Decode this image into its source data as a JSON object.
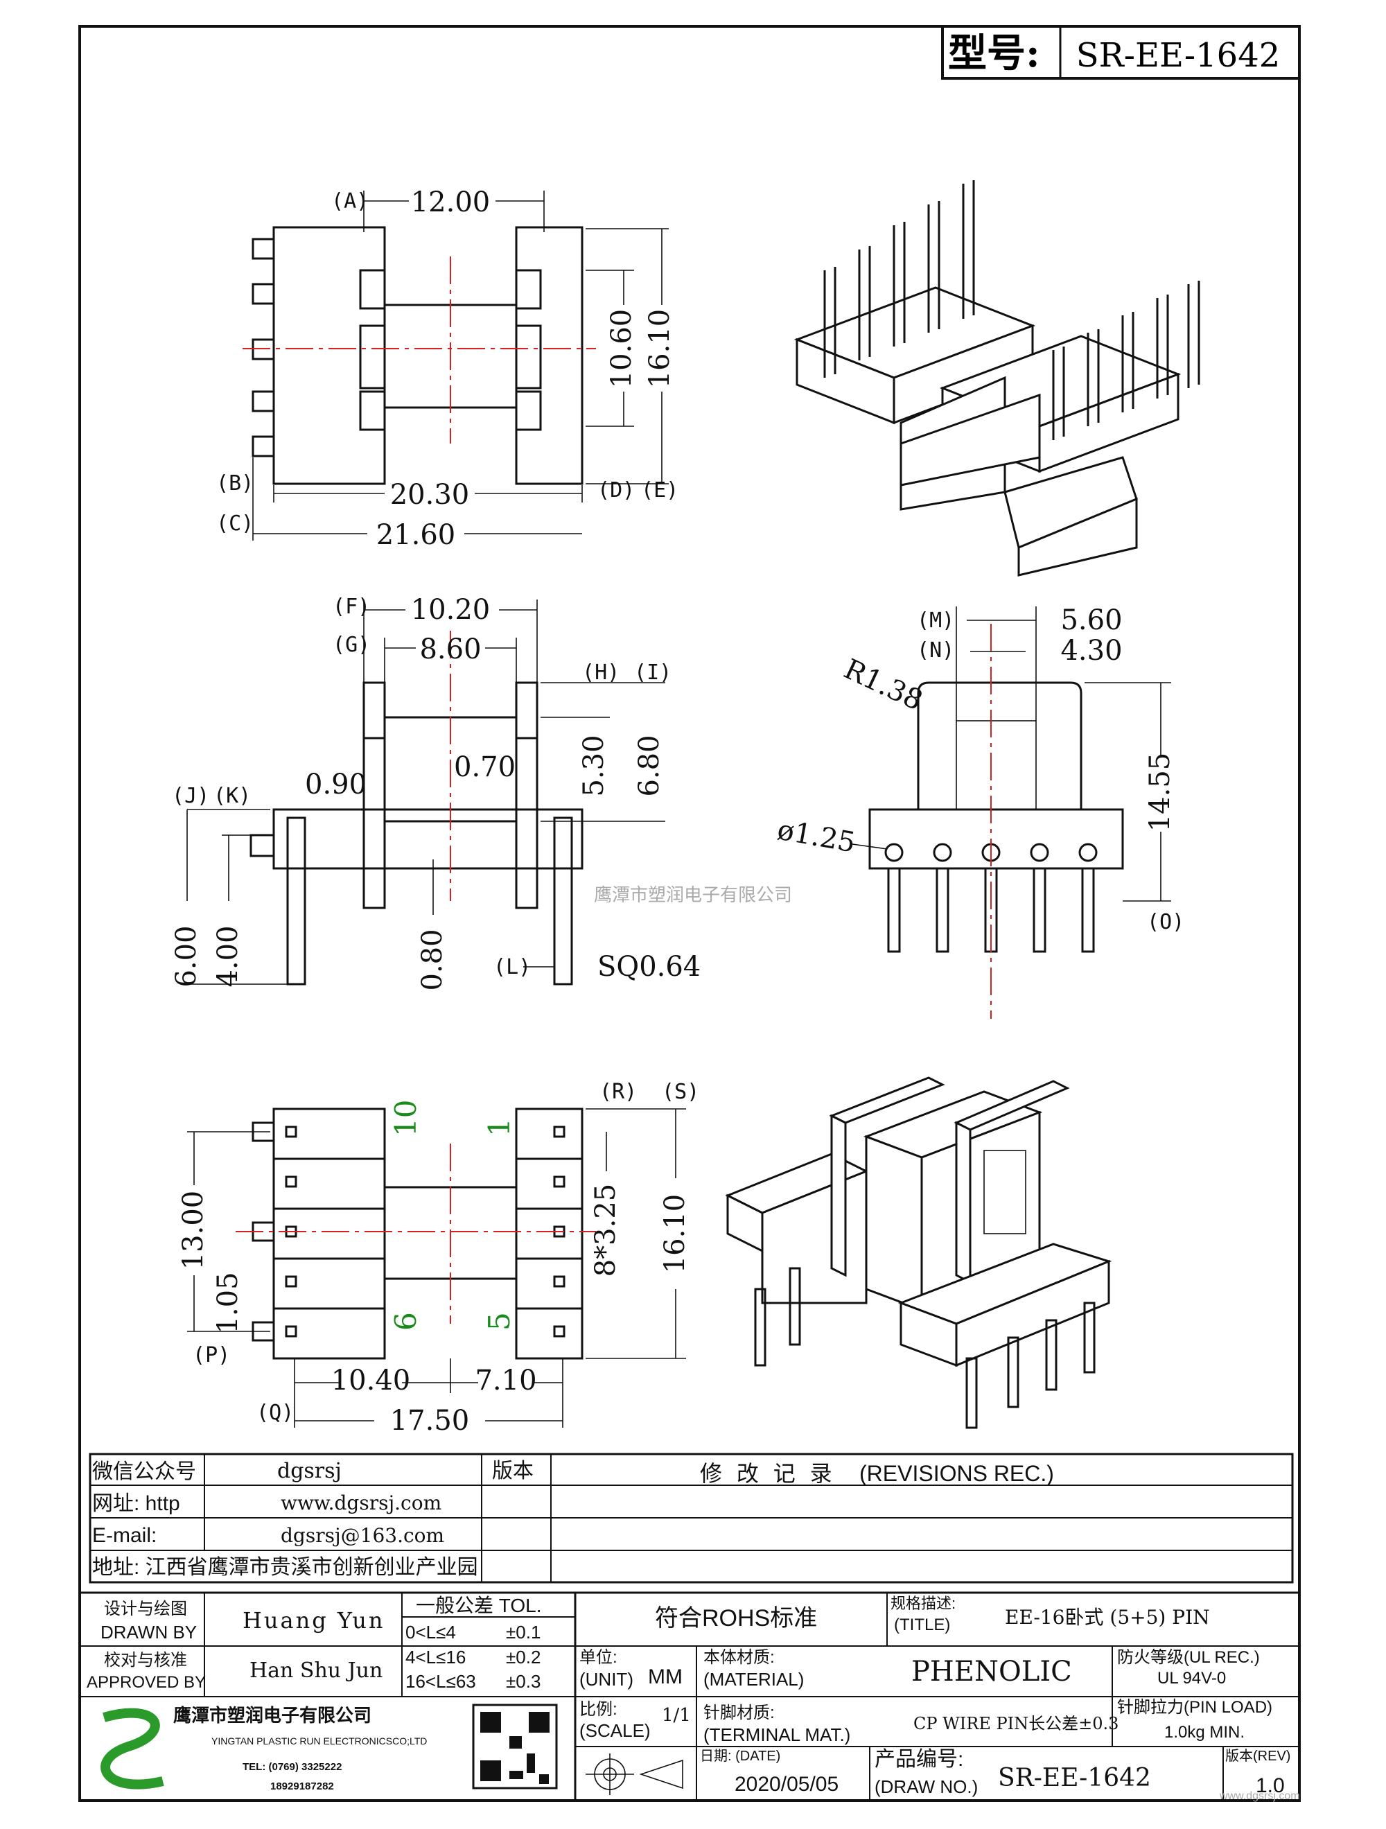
{
  "header": {
    "model_label": "型号:",
    "model_value": "SR-EE-1642"
  },
  "view_top": {
    "labels": [
      "A",
      "B",
      "C",
      "D",
      "E"
    ],
    "dims": {
      "A": "12.00",
      "D1": "20.30",
      "D2": "21.60",
      "H1": "10.60",
      "H2": "16.10"
    }
  },
  "view_side": {
    "labels": [
      "F",
      "G",
      "H",
      "I",
      "J",
      "K",
      "L"
    ],
    "dims": {
      "F": "10.20",
      "G": "8.60",
      "H": "5.30",
      "I": "6.80",
      "a": "0.90",
      "b": "0.70",
      "J": "6.00",
      "K": "4.00",
      "c": "0.80",
      "L": "SQ0.64"
    }
  },
  "view_front": {
    "labels": [
      "M",
      "N",
      "O"
    ],
    "dims": {
      "M": "5.60",
      "N": "4.30",
      "R": "R1.38",
      "hole": "ø1.25",
      "O": "14.55"
    }
  },
  "view_bottom": {
    "labels": [
      "R",
      "S",
      "P",
      "Q"
    ],
    "pins": [
      "10",
      "1",
      "6",
      "5"
    ],
    "dims": {
      "h": "13.00",
      "p": "1.05",
      "R": "8*3.25",
      "S": "16.10",
      "a": "10.40",
      "b": "7.10",
      "Q": "17.50"
    }
  },
  "watermark": "鹰潭市塑润电子有限公司",
  "info": {
    "wechat_label": "微信公众号",
    "wechat_value": "dgsrsj",
    "web_label": "网址: http",
    "web_value": "www.dgsrsj.com",
    "email_label": "E-mail:",
    "email_value": "dgsrsj@163.com",
    "address": "地址: 江西省鹰潭市贵溪市创新创业产业园",
    "version_label": "版本",
    "revisions_label": "修 改 记 录",
    "revisions_en": "(REVISIONS REC.)"
  },
  "title_block": {
    "designer_cn": "设计与绘图",
    "designer_en": "DRAWN BY",
    "designer_name": "Huang Yun",
    "approver_cn": "校对与核准",
    "approver_en": "APPROVED BY",
    "approver_name": "Han Shu Jun",
    "tol_label": "一般公差 TOL.",
    "tol_rows": [
      {
        "range": "0<L≤4",
        "value": "±0.1"
      },
      {
        "range": "4<L≤16",
        "value": "±0.2"
      },
      {
        "range": "16<L≤63",
        "value": "±0.3"
      }
    ],
    "rohs": "符合ROHS标准",
    "title_cn": "规格描述:",
    "title_en": "(TITLE)",
    "title_value": "EE-16卧式 (5+5) PIN",
    "unit_cn": "单位:",
    "unit_en": "(UNIT)",
    "unit_value": "MM",
    "material_cn": "本体材质:",
    "material_en": "(MATERIAL)",
    "material_value": "PHENOLIC",
    "fire_cn": "防火等级(UL REC.)",
    "fire_value": "UL 94V-0",
    "scale_cn": "比例:",
    "scale_en": "(SCALE)",
    "scale_value": "1/1",
    "terminal_cn": "针脚材质:",
    "terminal_en": "(TERMINAL MAT.)",
    "terminal_value": "CP WIRE  PIN长公差±0.3",
    "pinload_cn": "针脚拉力(PIN LOAD)",
    "pinload_value": "1.0kg MIN.",
    "date_cn": "日期: (DATE)",
    "date_value": "2020/05/05",
    "drawno_cn": "产品编号:",
    "drawno_en": "(DRAW NO.)",
    "drawno_value": "SR-EE-1642",
    "rev_cn": "版本(REV)",
    "rev_value": "1.0",
    "company_cn": "鹰潭市塑润电子有限公司",
    "company_en": "YINGTAN PLASTIC RUN ELECTRONICSCO;LTD",
    "tel": "TEL: (0769) 3325222",
    "mobile": "18929187282",
    "site_tag": "www.dgsrsj.com"
  }
}
